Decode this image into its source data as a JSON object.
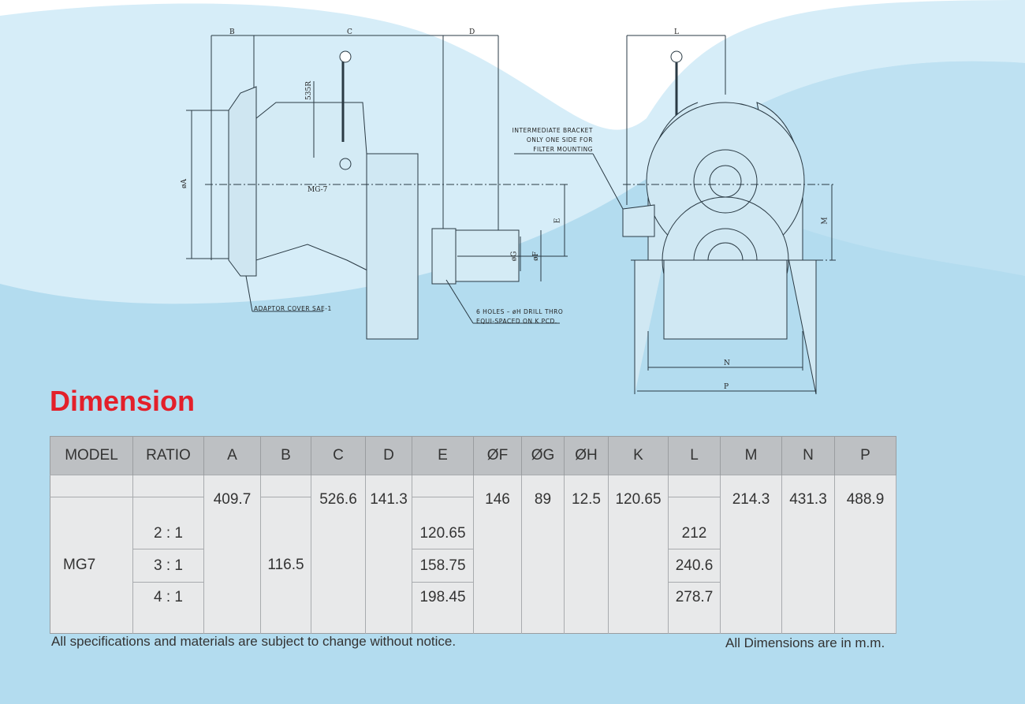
{
  "drawing": {
    "side_view": {
      "dim_B": "B",
      "dim_C": "C",
      "dim_D": "D",
      "radius": "535R",
      "dim_A": "øA",
      "model_label": "MG-7",
      "dim_E": "E",
      "dim_G": "øG",
      "dim_F": "øF",
      "adaptor_note": "ADAPTOR COVER SAE-1",
      "holes_note_1": "6 HOLES – øH DRILL THRO",
      "holes_note_2": "EQUI-SPACED ON  K  PCD."
    },
    "front_view": {
      "dim_L": "L",
      "dim_M": "M",
      "dim_N": "N",
      "dim_P": "P",
      "bracket_note_1": "INTERMEDIATE BRACKET",
      "bracket_note_2": "ONLY ONE SIDE FOR",
      "bracket_note_3": "FILTER MOUNTING"
    }
  },
  "title": "Dimension",
  "table": {
    "headers": [
      "MODEL",
      "RATIO",
      "A",
      "B",
      "C",
      "D",
      "E",
      "ØF",
      "ØG",
      "ØH",
      "K",
      "L",
      "M",
      "N",
      "P"
    ],
    "model": "MG7",
    "ratios": [
      "2 : 1",
      "3 : 1",
      "4 : 1"
    ],
    "A": "409.7",
    "B": "116.5",
    "C": "526.6",
    "D": "141.3",
    "E": [
      "120.65",
      "158.75",
      "198.45"
    ],
    "F": "146",
    "G": "89",
    "H": "12.5",
    "K": "120.65",
    "L": [
      "212",
      "240.6",
      "278.7"
    ],
    "M": "214.3",
    "N": "431.3",
    "P": "488.9"
  },
  "footer": {
    "disclaimer": "All specifications and materials are subject to change without notice.",
    "units": "All Dimensions are in m.m."
  },
  "colors": {
    "title": "#e3202a",
    "background": "#b3dcef",
    "header": "#bdc0c3"
  }
}
